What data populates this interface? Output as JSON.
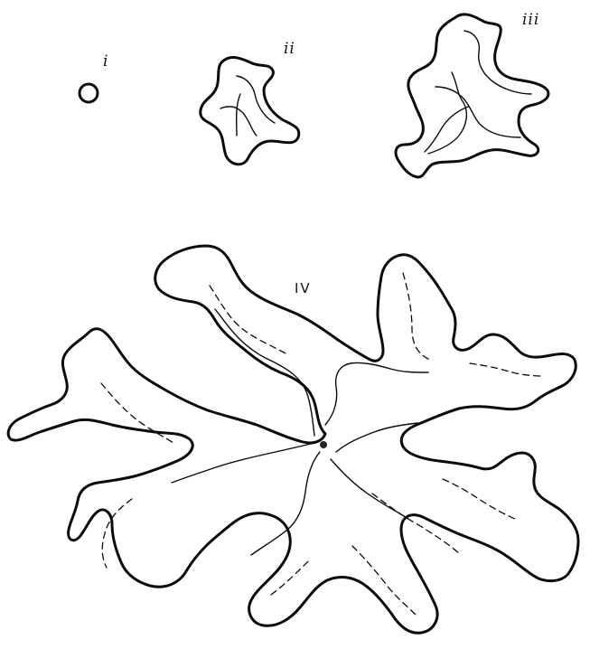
{
  "labels": {
    "fig_i": "i",
    "fig_ii": "ii",
    "fig_iii": "iii",
    "fig_iv": "IV"
  },
  "colors": {
    "ink": "#0b0b0b",
    "paper": "#ffffff"
  }
}
